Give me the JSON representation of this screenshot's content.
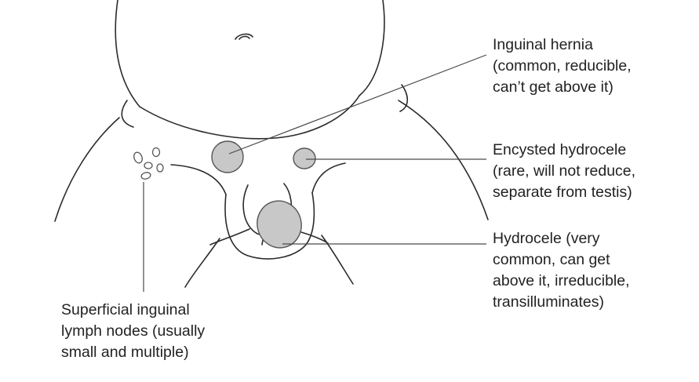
{
  "labels": {
    "inguinal_hernia": {
      "line1": "Inguinal hernia",
      "line2": "(common, reducible,",
      "line3": "can’t get above it)"
    },
    "encysted_hydrocele": {
      "line1": "Encysted hydrocele",
      "line2": "(rare, will not reduce,",
      "line3": "separate from testis)"
    },
    "hydrocele": {
      "line1": "Hydrocele (very",
      "line2": "common, can get",
      "line3": "above it, irreducible,",
      "line4": "transilluminates)"
    },
    "lymph_nodes": {
      "line1": "Superficial inguinal",
      "line2": "lymph nodes (usually",
      "line3": "small and multiple)"
    }
  },
  "colors": {
    "outline": "#2b2b2b",
    "lesion_fill": "#c8c8c8",
    "text": "#222222"
  }
}
